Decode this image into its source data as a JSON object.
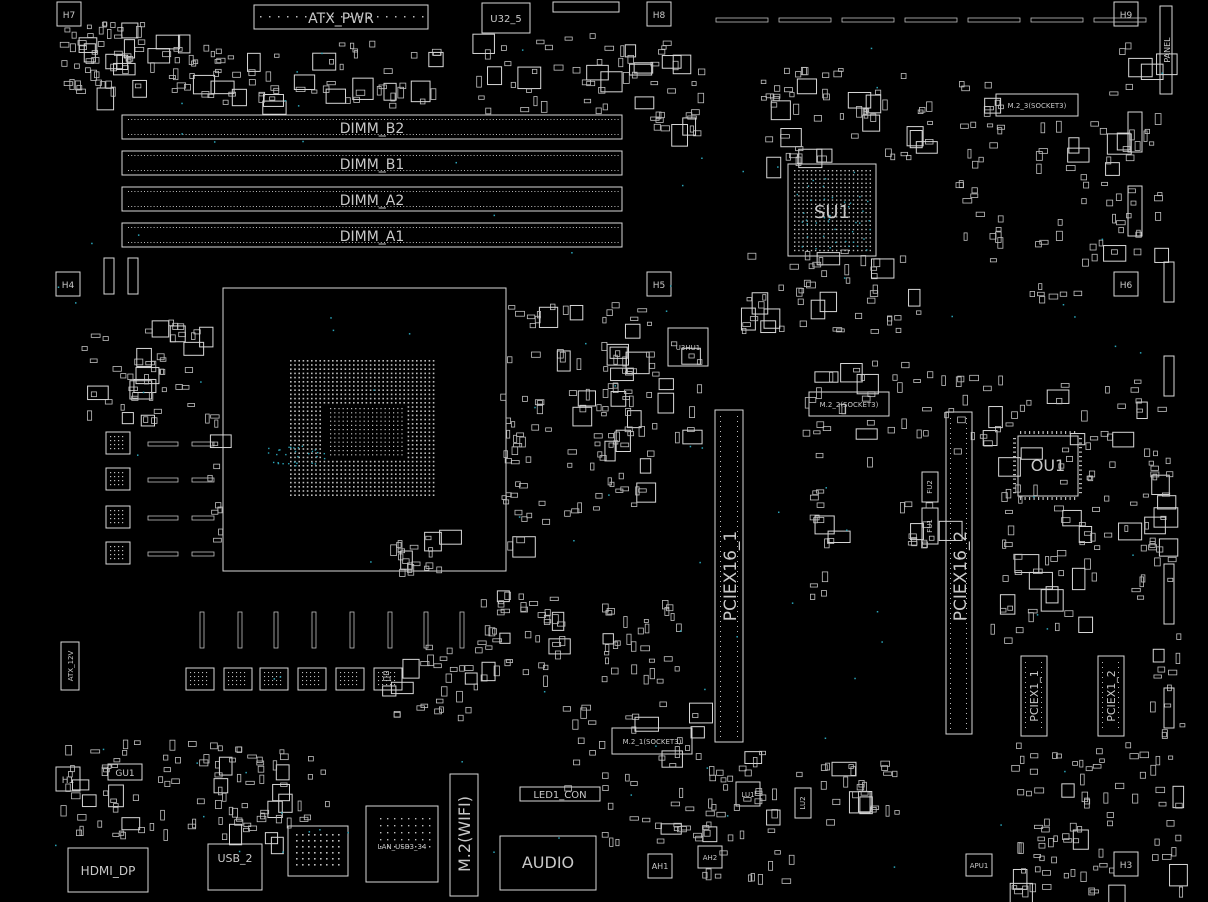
{
  "board": {
    "background": "#000000",
    "stroke_color": "#d8d8d8",
    "via_color": "#2aa4b8",
    "labels": {
      "atx_pwr": "ATX_PWR",
      "u32_5": "U32_5",
      "dimm_b2": "DIMM_B2",
      "dimm_b1": "DIMM_B1",
      "dimm_a2": "DIMM_A2",
      "dimm_a1": "DIMM_A1",
      "su1": "SU1",
      "ou1": "OU1",
      "u3hu1": "U3HU1",
      "pciex16_1": "PCIEX16_1",
      "pciex16_2": "PCIEX16_2",
      "pciex1_1": "PCIEX1_1",
      "pciex1_2": "PCIEX1_2",
      "m2_3": "M.2_3(SOCKET3)",
      "m2_2": "M.2_2(SOCKET3)",
      "m2_1": "M.2_1(SOCKET3)",
      "m2_wifi": "M.2(WIFI)",
      "audio": "AUDIO",
      "led1_con": "LED1_CON",
      "lan": "LAN_USB3_34",
      "usb_2": "USB_2",
      "hdmi_dp": "HDMI_DP",
      "atx_12v": "ATX_12V",
      "panel": "PANEL",
      "fu1": "FU1",
      "fu2": "FU2",
      "ah1": "AH1",
      "ah2": "AH2",
      "apu1": "APU1",
      "lu1": "LU1",
      "lu2": "LU2",
      "gu1": "GU1",
      "h1": "H1",
      "h3": "H3",
      "h4": "H4",
      "h5": "H5",
      "h6": "H6",
      "h7": "H7",
      "h8": "H8",
      "h9": "H9"
    }
  }
}
